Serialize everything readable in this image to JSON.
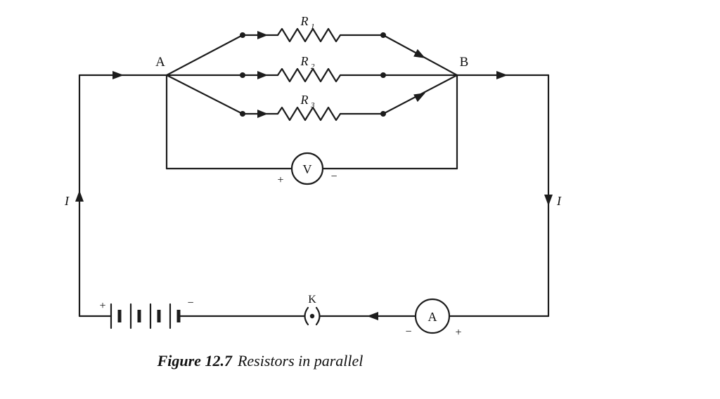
{
  "colors": {
    "line": "#1c1c1c",
    "background": "#ffffff"
  },
  "nodes": {
    "a": "A",
    "b": "B"
  },
  "resistors": [
    {
      "name": "R",
      "sub": "1"
    },
    {
      "name": "R",
      "sub": "2"
    },
    {
      "name": "R",
      "sub": "3"
    }
  ],
  "voltmeter": {
    "symbol": "V",
    "plus": "+",
    "minus": "−"
  },
  "ammeter": {
    "symbol": "A",
    "plus": "+",
    "minus": "−"
  },
  "key": {
    "label": "K"
  },
  "battery": {
    "plus": "+",
    "minus": "−"
  },
  "current": {
    "left": "I",
    "right": "I"
  },
  "caption": {
    "figure": "Figure 12.7",
    "title": "Resistors in parallel"
  }
}
